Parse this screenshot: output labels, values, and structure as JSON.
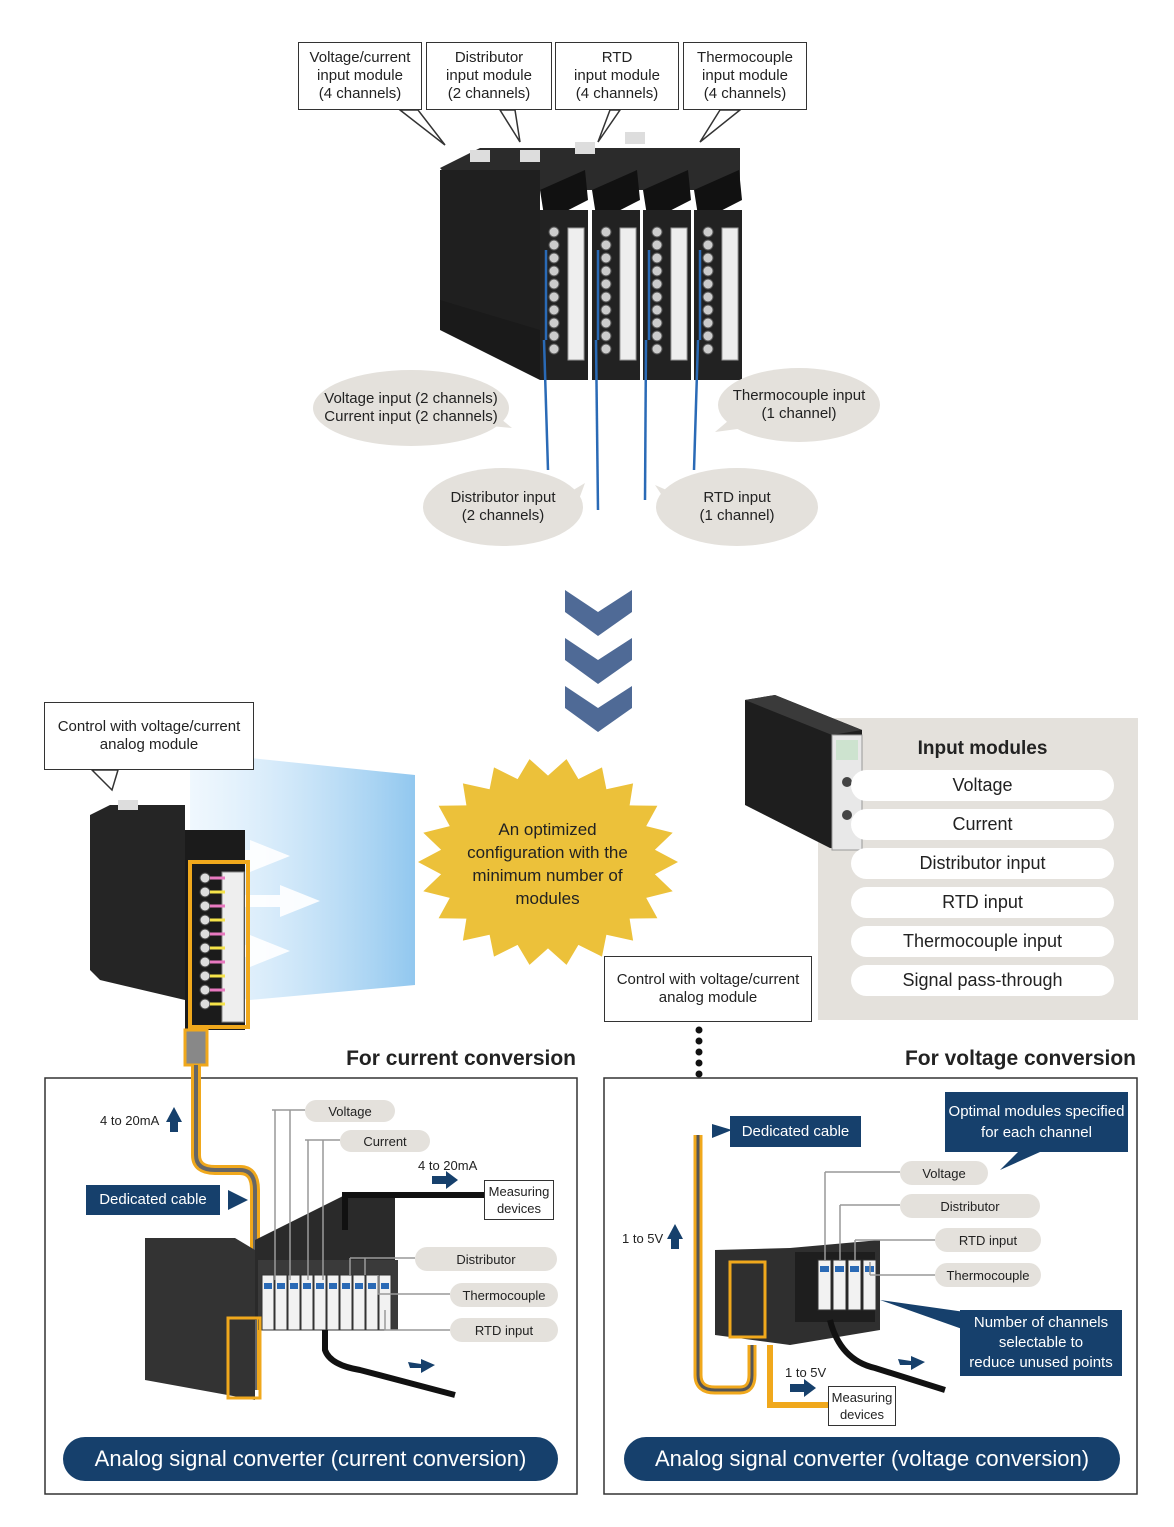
{
  "top_callouts": [
    {
      "line1": "Voltage/current",
      "line2": "input module",
      "line3": "(4 channels)"
    },
    {
      "line1": "Distributor",
      "line2": "input module",
      "line3": "(2 channels)"
    },
    {
      "line1": "RTD",
      "line2": "input module",
      "line3": "(4 channels)"
    },
    {
      "line1": "Thermocouple",
      "line2": "input module",
      "line3": "(4 channels)"
    }
  ],
  "bubbles": {
    "voltage_current": {
      "line1": "Voltage input (2 channels)",
      "line2": "Current input (2 channels)"
    },
    "thermocouple": {
      "line1": "Thermocouple input",
      "line2": "(1 channel)"
    },
    "distributor": {
      "line1": "Distributor input",
      "line2": "(2 channels)"
    },
    "rtd": {
      "line1": "RTD input",
      "line2": "(1 channel)"
    }
  },
  "control_callout_left": {
    "line1": "Control with voltage/current",
    "line2": "analog module"
  },
  "control_callout_right": {
    "line1": "Control with voltage/current",
    "line2": "analog module"
  },
  "starburst": {
    "line1": "An optimized",
    "line2": "configuration with the",
    "line3": "minimum number of",
    "line4": "modules"
  },
  "input_modules": {
    "title": "Input modules",
    "items": [
      "Voltage",
      "Current",
      "Distributor input",
      "RTD input",
      "Thermocouple input",
      "Signal pass-through"
    ]
  },
  "current_section": {
    "title": "For current conversion",
    "signal_label": "4 to 20mA",
    "cable_label": "Dedicated cable",
    "pills": [
      "Voltage",
      "Current",
      "Distributor",
      "Thermocouple",
      "RTD input"
    ],
    "output_label": "4 to 20mA",
    "measuring": {
      "line1": "Measuring",
      "line2": "devices"
    },
    "banner": "Analog signal converter (current conversion)"
  },
  "voltage_section": {
    "title": "For voltage conversion",
    "signal_label": "1 to 5V",
    "cable_label": "Dedicated cable",
    "optimal": {
      "line1": "Optimal modules specified",
      "line2": "for each channel"
    },
    "pills": [
      "Voltage",
      "Distributor",
      "RTD input",
      "Thermocouple"
    ],
    "channels": {
      "line1": "Number of channels",
      "line2": "selectable to",
      "line3": "reduce unused points"
    },
    "output_label": "1 to 5V",
    "measuring": {
      "line1": "Measuring",
      "line2": "devices"
    },
    "banner": "Analog signal converter (voltage conversion)"
  },
  "colors": {
    "navy": "#16406c",
    "chevron": "#4f6a96",
    "orange": "#f0a81c",
    "starburst": "#ecc13a",
    "bubble": "#e4e1dc",
    "wire": "#2a6ab6"
  }
}
